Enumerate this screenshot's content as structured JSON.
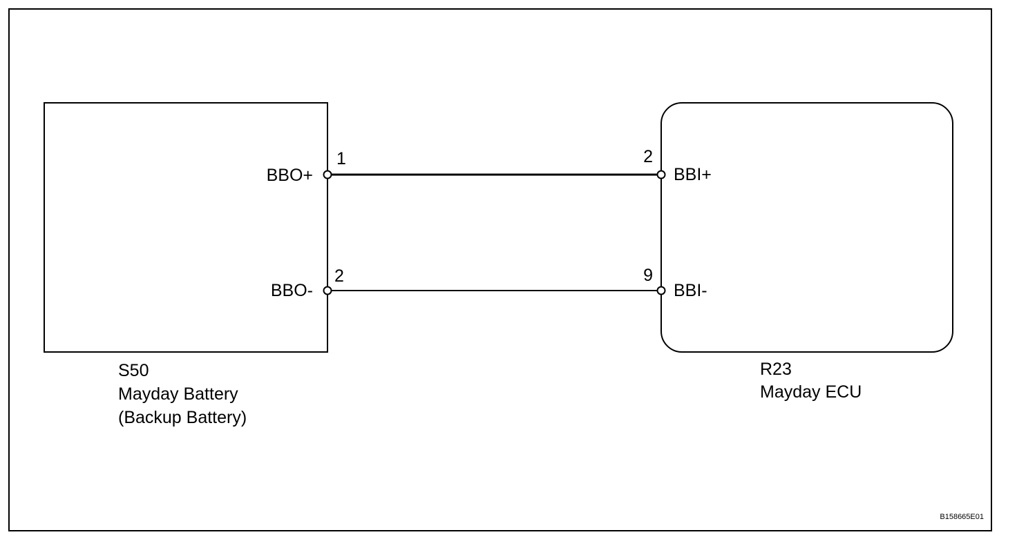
{
  "components": {
    "left": {
      "code": "S50",
      "name": "Mayday Battery",
      "subname": "(Backup Battery)",
      "pins": {
        "top": {
          "number": "1",
          "signal": "BBO+"
        },
        "bottom": {
          "number": "2",
          "signal": "BBO-"
        }
      }
    },
    "right": {
      "code": "R23",
      "name": "Mayday ECU",
      "pins": {
        "top": {
          "number": "2",
          "signal": "BBI+"
        },
        "bottom": {
          "number": "9",
          "signal": "BBI-"
        }
      }
    }
  },
  "figure_id": "B158665E01"
}
